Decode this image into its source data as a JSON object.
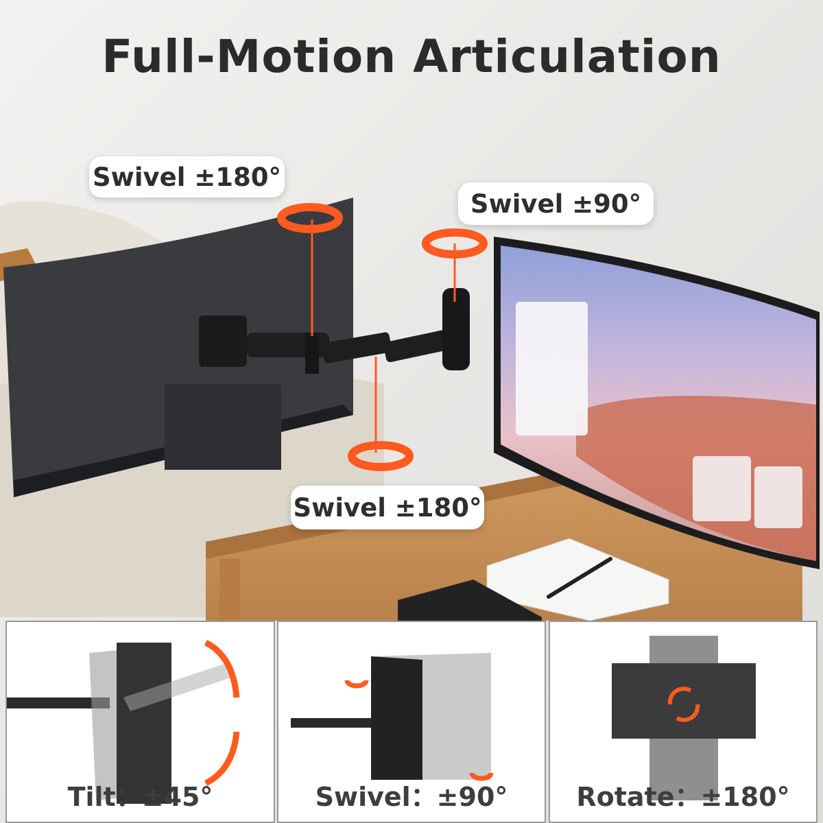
{
  "title": "Full-Motion Articulation",
  "callouts": {
    "top_left": "Swivel ±180°",
    "top_right": "Swivel ±90°",
    "bottom_center": "Swivel ±180°"
  },
  "panels": [
    {
      "label": "Tilt：±45°"
    },
    {
      "label": "Swivel：±90°"
    },
    {
      "label": "Rotate：±180°"
    }
  ],
  "colors": {
    "accent": "#ff5a1f",
    "text": "#2b2b2b",
    "wall": "#ecebe9",
    "desk": "#c98d55",
    "monitor": "#2f3033"
  }
}
